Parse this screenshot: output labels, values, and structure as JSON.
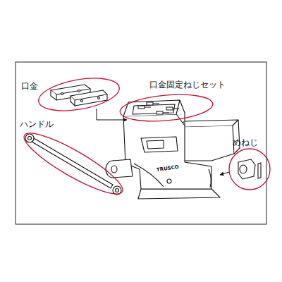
{
  "diagram": {
    "labels": [
      "口金",
      "口金固定ねじセット",
      "ハンドル",
      "めねじ",
      "TRUSCO"
    ]
  }
}
